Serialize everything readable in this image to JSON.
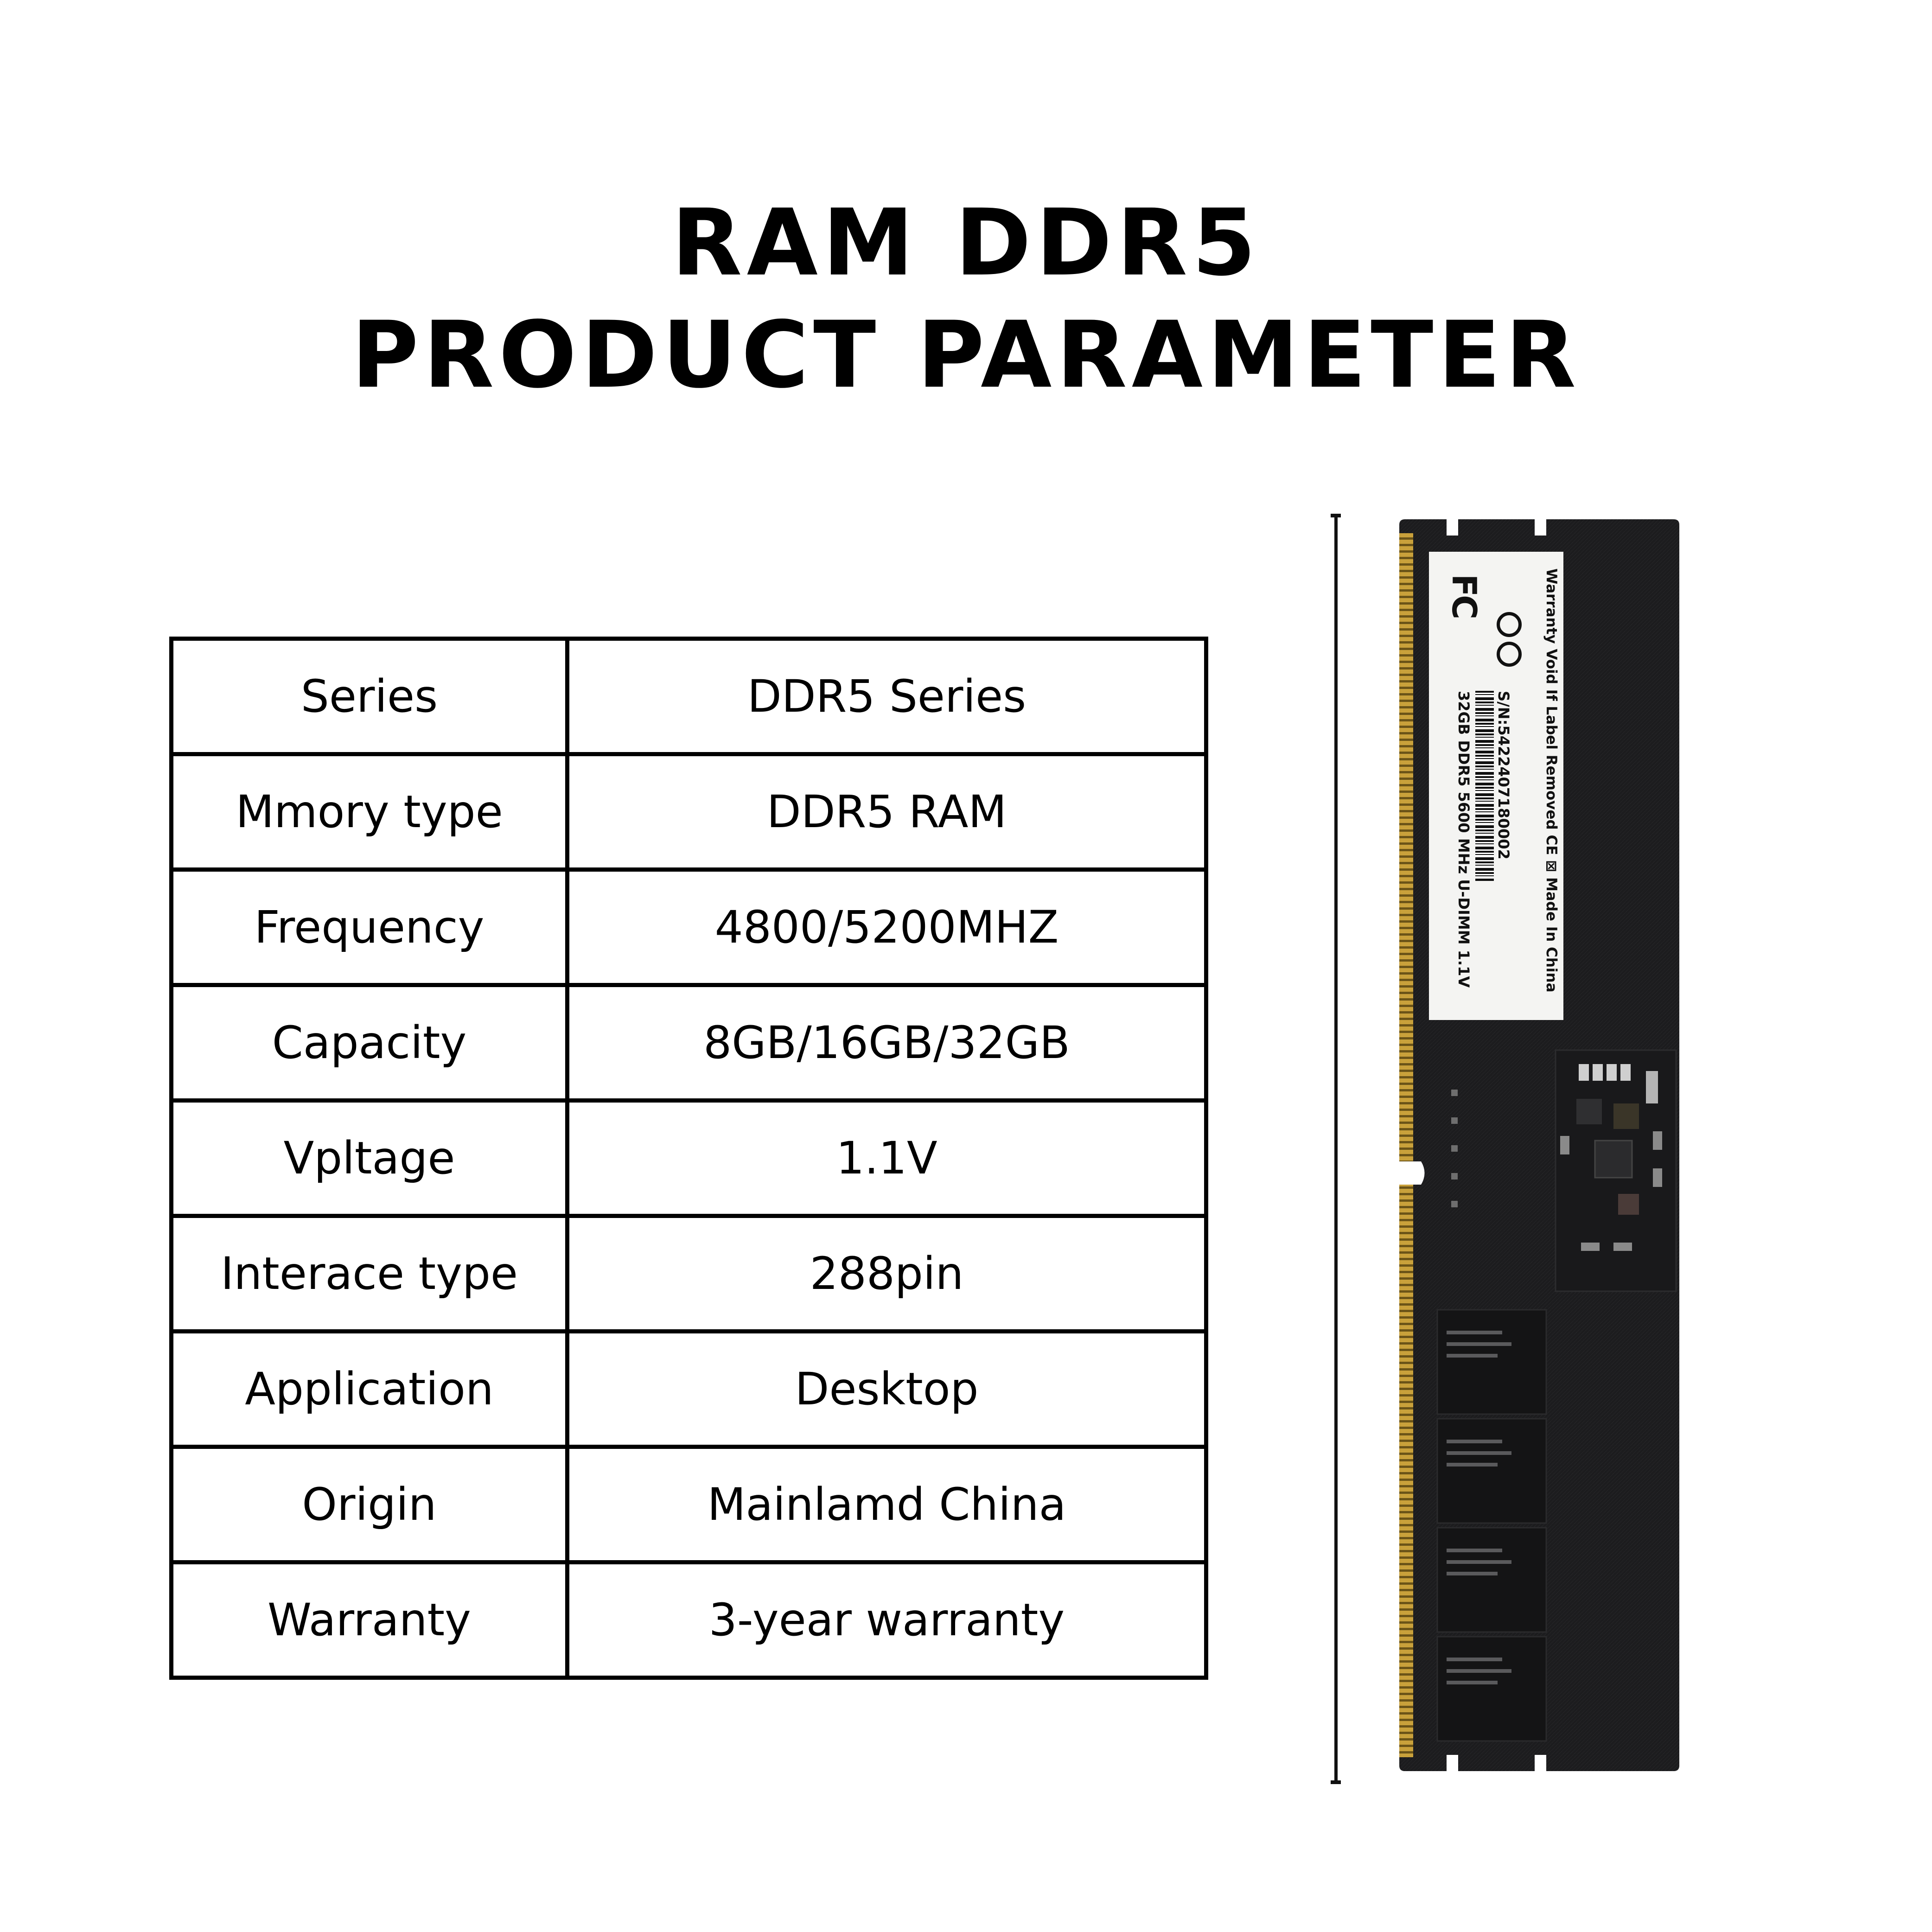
{
  "title": {
    "line1": "RAM DDR5",
    "line2": "PRODUCT PARAMETER"
  },
  "parameters": [
    {
      "label": "Series",
      "value": "DDR5  Series"
    },
    {
      "label": "Mmory type",
      "value": "DDR5 RAM"
    },
    {
      "label": "Frequency",
      "value": "4800/5200MHZ"
    },
    {
      "label": "Capacity",
      "value": "8GB/16GB/32GB"
    },
    {
      "label": "Vpltage",
      "value": "1.1V"
    },
    {
      "label": "Interace type",
      "value": "288pin"
    },
    {
      "label": "Application",
      "value": "Desktop"
    },
    {
      "label": "Origin",
      "value": "Mainlamd China"
    },
    {
      "label": "Warranty",
      "value": "3-year warranty"
    }
  ],
  "module_label": {
    "model": "32GB DDR5 5600 MHz U-DIMM 1.1V",
    "serial": "S/N:5422407180002",
    "warranty_note": "Warranty Void If Label Removed",
    "origin": "Made In China",
    "cert": "FC"
  },
  "colors": {
    "background": "#ffffff",
    "text": "#000000",
    "pcb": "#1c1c1e",
    "gold_contacts": "#b8902a"
  }
}
